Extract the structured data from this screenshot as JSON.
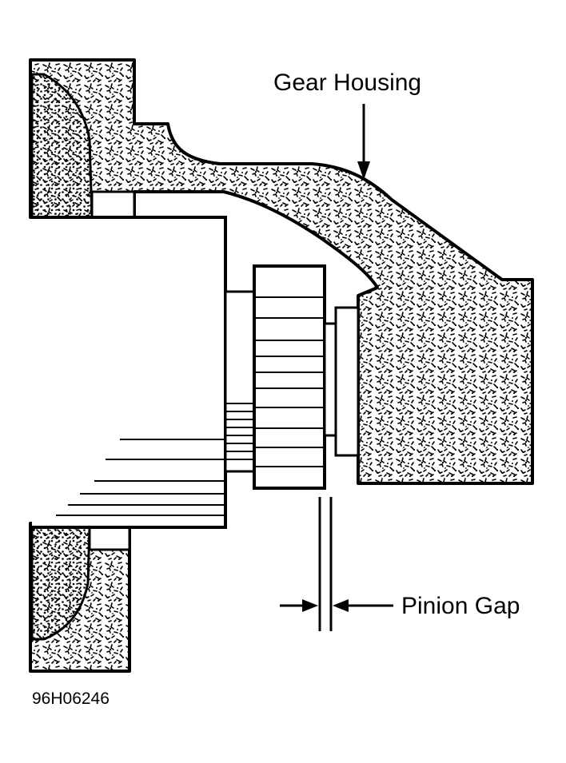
{
  "labels": {
    "gear_housing": "Gear Housing",
    "pinion_gap": "Pinion Gap"
  },
  "figure_id": "96H06246",
  "colors": {
    "ink": "#000000",
    "paper": "#ffffff"
  }
}
